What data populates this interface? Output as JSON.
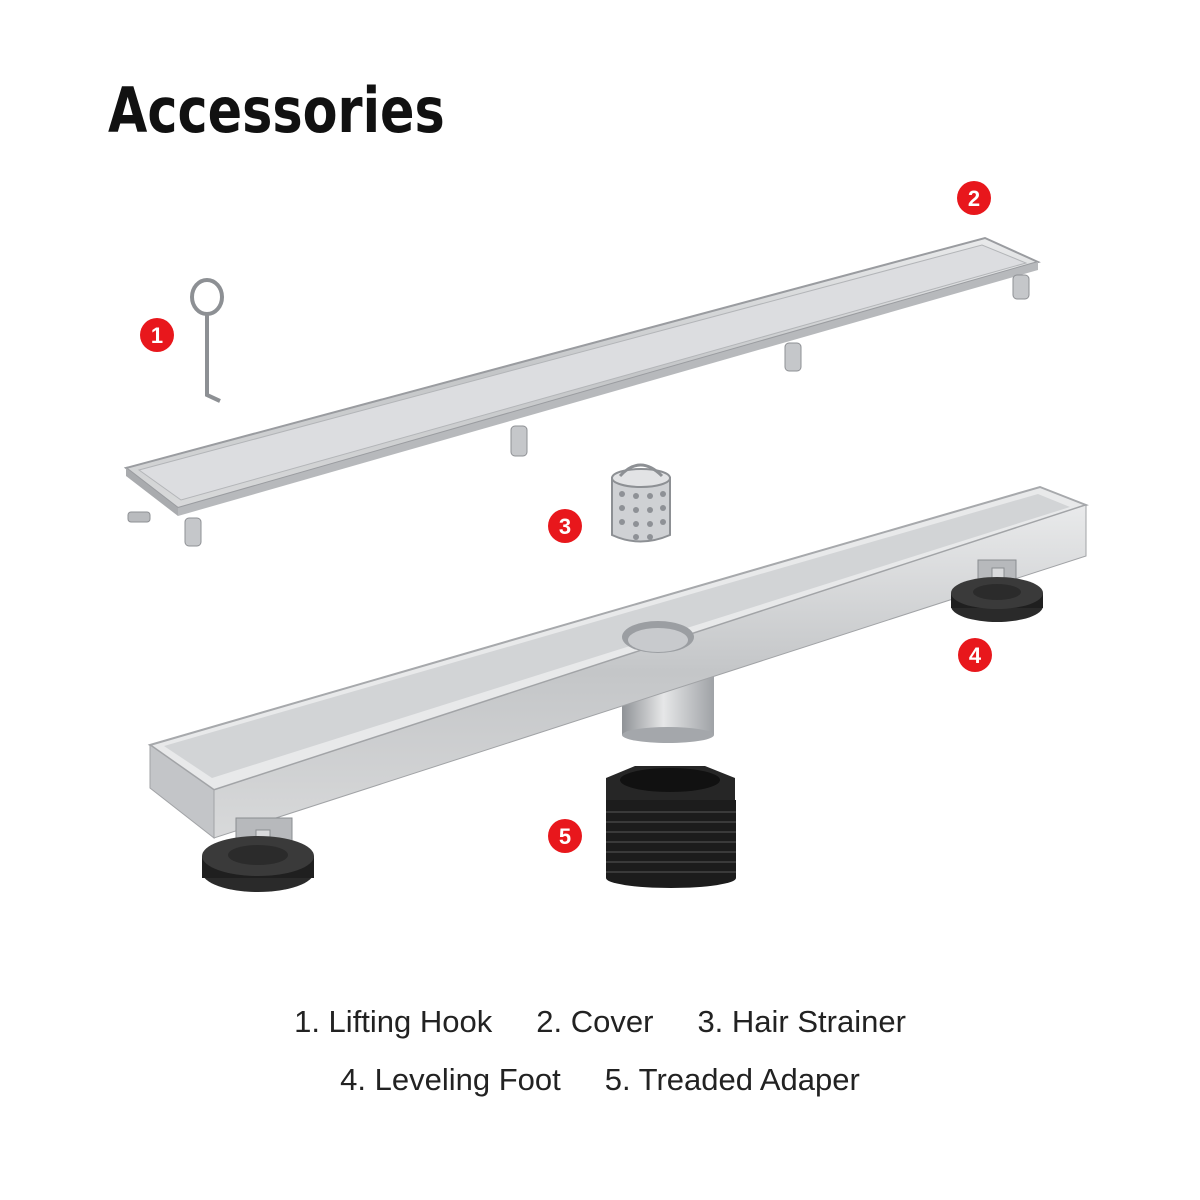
{
  "title": "Accessories",
  "badges": {
    "b1": "1",
    "b2": "2",
    "b3": "3",
    "b4": "4",
    "b5": "5"
  },
  "captions": {
    "row1": [
      "1. Lifting Hook",
      "2. Cover",
      "3. Hair Strainer"
    ],
    "row2": [
      "4. Leveling Foot",
      "5. Treaded Adaper"
    ]
  },
  "colors": {
    "badge": "#e8171c",
    "steel": "#c9cbcd",
    "plastic": "#1c1c1c"
  }
}
